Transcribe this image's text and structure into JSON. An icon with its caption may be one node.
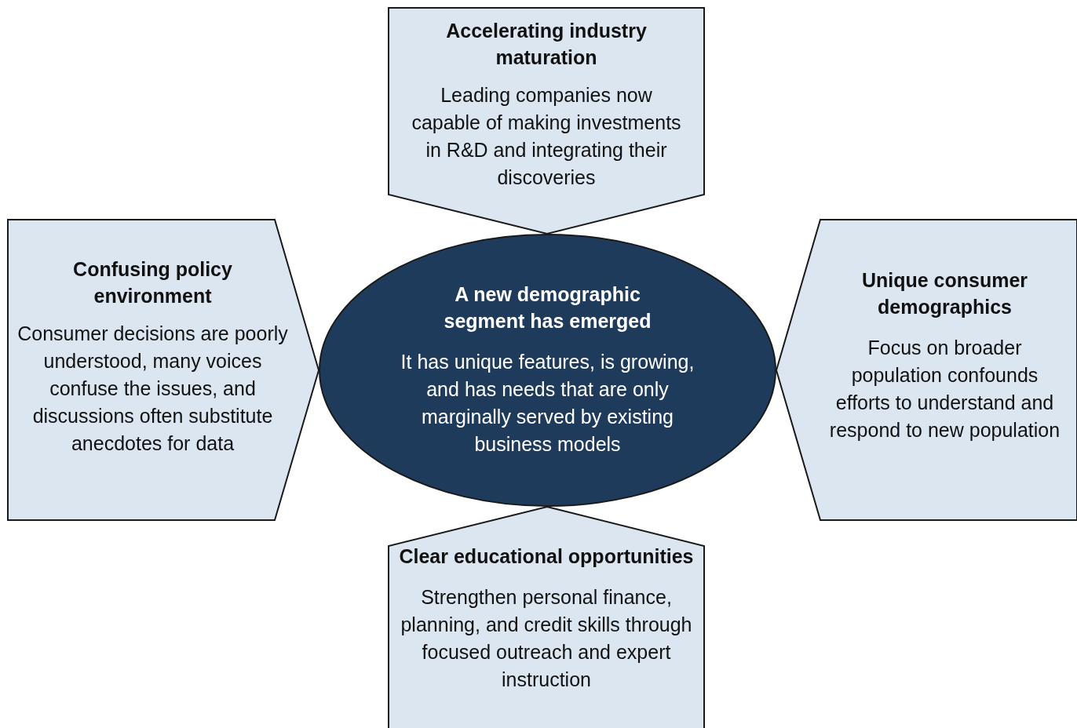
{
  "diagram": {
    "nodes": [
      {
        "text": [
          "A new demographic segment has emerged",
          "It has unique features, is growing, and has needs that are only marginally served by existing business models"
        ]
      },
      {
        "text": [
          "Accelerating industry maturation",
          "Leading companies now capable of making investments in R&D and integrating their discoveries"
        ]
      },
      {
        "text": [
          "Confusing policy environment",
          "Consumer decisions are poorly understood, many voices confuse the issues, and discussions often substitute anecdotes for data"
        ]
      },
      {
        "text": [
          "Unique consumer demographics",
          "Focus on broader population confounds efforts to understand and respond to new population"
        ]
      },
      {
        "text": [
          "Clear educational opportunities",
          "Strengthen personal finance, planning, and credit skills through focused outreach and expert instruction"
        ]
      }
    ]
  }
}
